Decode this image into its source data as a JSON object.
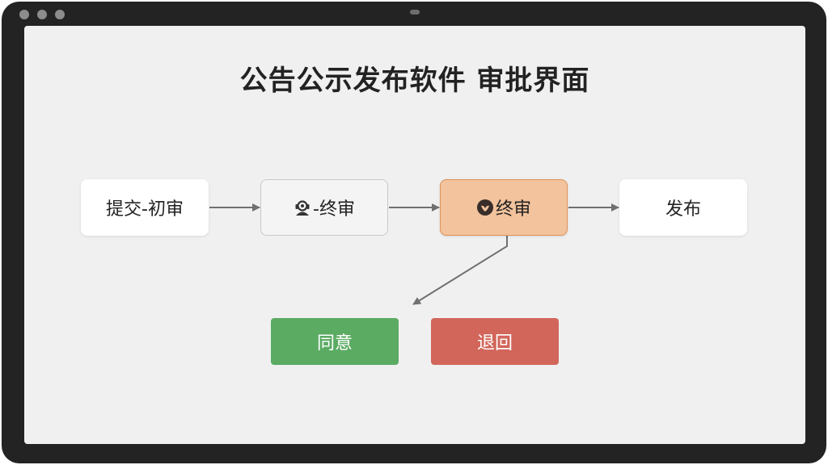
{
  "page": {
    "title": "公告公示发布软件 审批界面"
  },
  "flow": {
    "steps": [
      {
        "label": "提交-初审",
        "icon": ""
      },
      {
        "label": "-终审",
        "icon": "user-headset-icon"
      },
      {
        "label": "终审",
        "icon": "bird-badge-icon",
        "active": true
      },
      {
        "label": "发布",
        "icon": ""
      }
    ]
  },
  "actions": {
    "approve_label": "同意",
    "reject_label": "退回"
  },
  "colors": {
    "active_step": "#f2c39c",
    "active_border": "#e0935a",
    "approve": "#5bab63",
    "reject": "#d2665a",
    "arrow": "#707070"
  }
}
